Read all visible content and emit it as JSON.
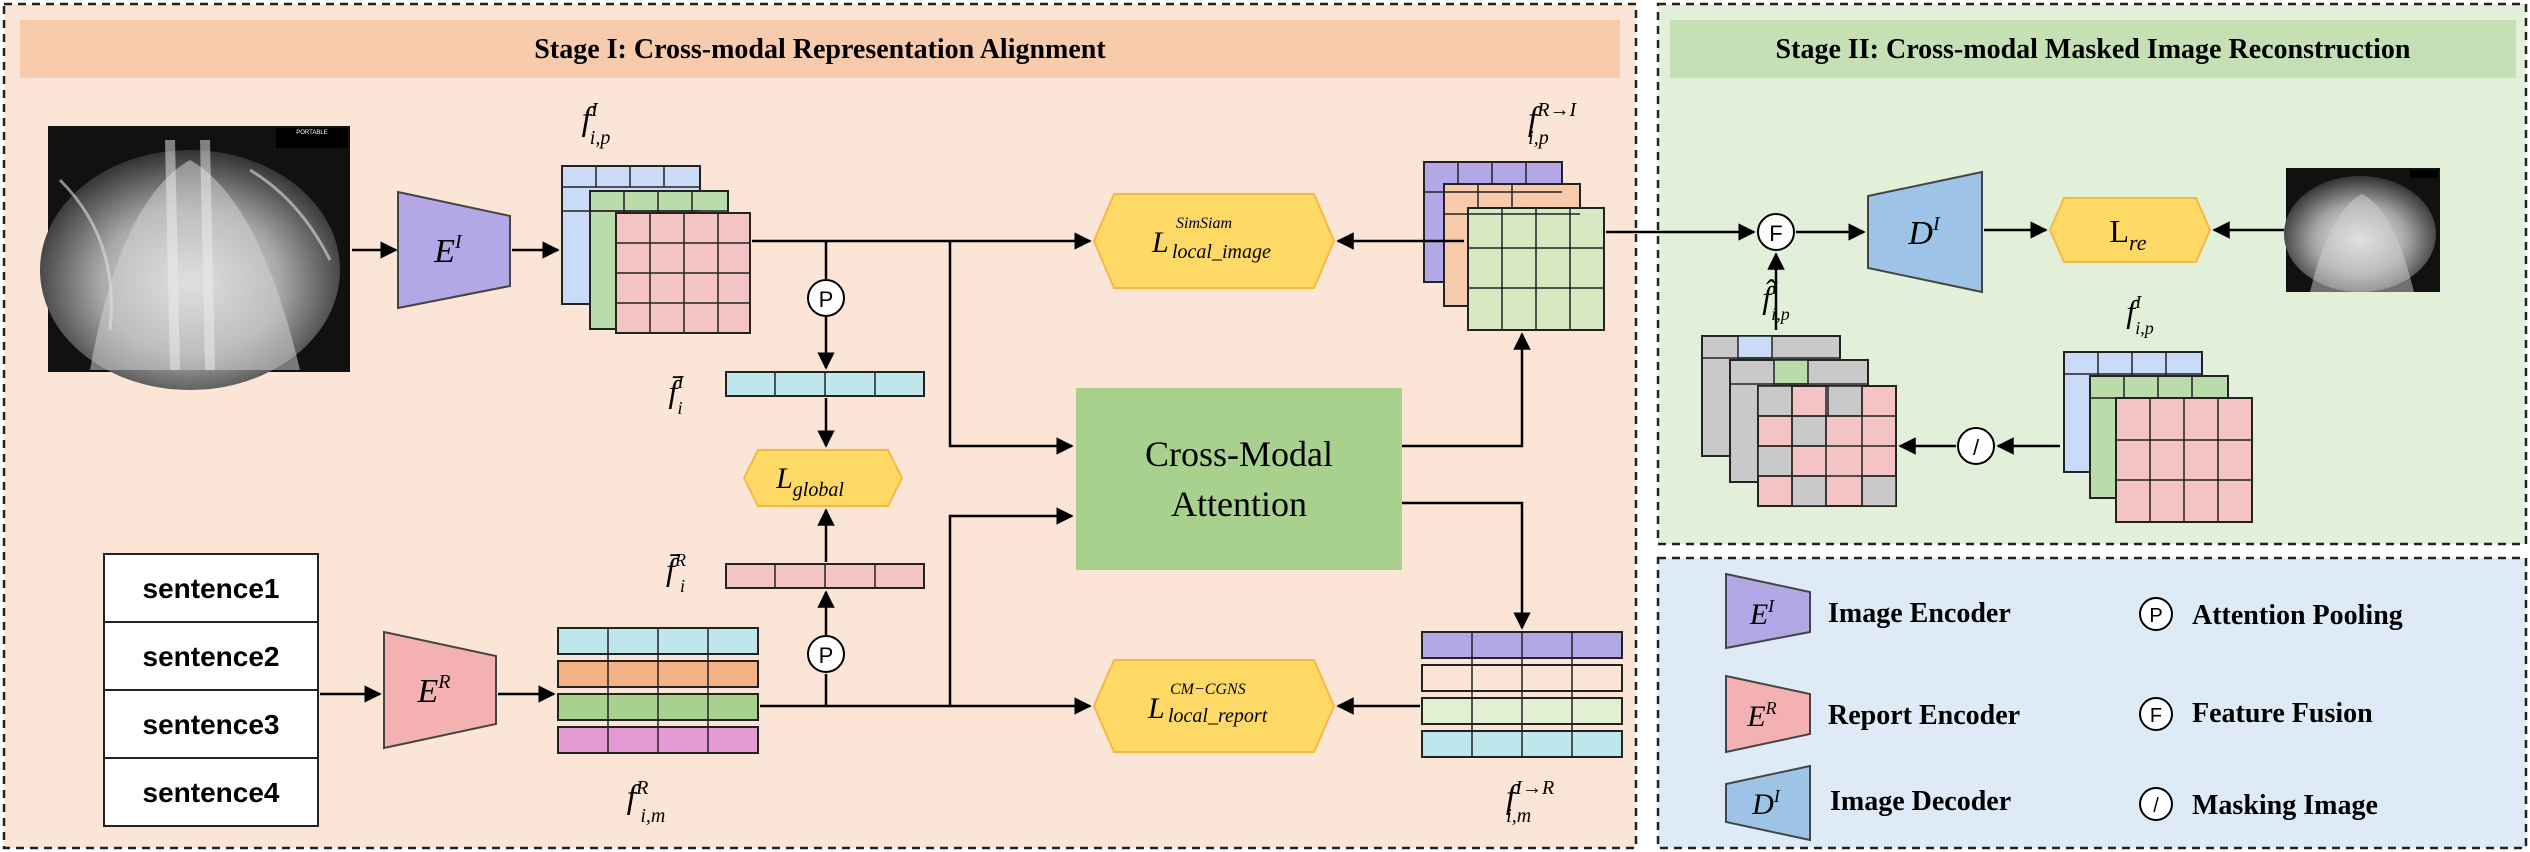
{
  "stage1": {
    "title": "Stage I: Cross-modal Representation Alignment"
  },
  "stage2": {
    "title": "Stage II: Cross-modal Masked Image Reconstruction"
  },
  "xray": {
    "portable_label": "PORTABLE"
  },
  "encoders": {
    "image": {
      "base": "E",
      "sup": "I"
    },
    "report": {
      "base": "E",
      "sup": "R"
    },
    "decoder": {
      "base": "D",
      "sup": "I"
    }
  },
  "features": {
    "img_local": {
      "base": "f",
      "sup": "I",
      "sub": "i,p"
    },
    "img_global": {
      "base": "f̄",
      "sup": "I",
      "sub": "i"
    },
    "rep_global": {
      "base": "f̄",
      "sup": "R",
      "sub": "i"
    },
    "rep_local": {
      "base": "f",
      "sup": "R",
      "sub": "i,m"
    },
    "r2i": {
      "base": "f",
      "sup": "R→I",
      "sub": "i,p"
    },
    "i2r": {
      "base": "f",
      "sup": "I→R",
      "sub": "i,m"
    },
    "recon": {
      "base": "f̂",
      "sup": "I",
      "sub": "i,p"
    },
    "stage2_img": {
      "base": "f",
      "sup": "I",
      "sub": "i,p"
    }
  },
  "losses": {
    "local_image": {
      "base": "L",
      "sup": "SimSiam",
      "sub": "local_image"
    },
    "global": {
      "base": "L",
      "sub": "global"
    },
    "local_report": {
      "base": "L",
      "sup": "CM−CGNS",
      "sub": "local_report"
    },
    "re": {
      "base": "L",
      "sub": "re"
    }
  },
  "attention": {
    "line1": "Cross-Modal",
    "line2": "Attention"
  },
  "sentences": [
    "sentence1",
    "sentence2",
    "sentence3",
    "sentence4"
  ],
  "symbols": {
    "pool": "P",
    "fusion": "F",
    "mask": "/"
  },
  "legend": {
    "image_encoder": "Image Encoder",
    "report_encoder": "Report Encoder",
    "image_decoder": "Image Decoder",
    "attention_pooling": "Attention Pooling",
    "feature_fusion": "Feature Fusion",
    "masking_image": "Masking Image"
  },
  "colors": {
    "stage1_bg": "#fbe5d6",
    "stage1_title": "#f8cbad",
    "stage2_bg": "#e2f0d9",
    "stage2_title": "#c5e0b4",
    "legend_bg": "#deebf7",
    "image_encoder": "#b4a7e5",
    "report_encoder": "#f4b1b1",
    "decoder": "#9dc3e6",
    "attention": "#a9d18e",
    "loss": "#ffd966"
  }
}
